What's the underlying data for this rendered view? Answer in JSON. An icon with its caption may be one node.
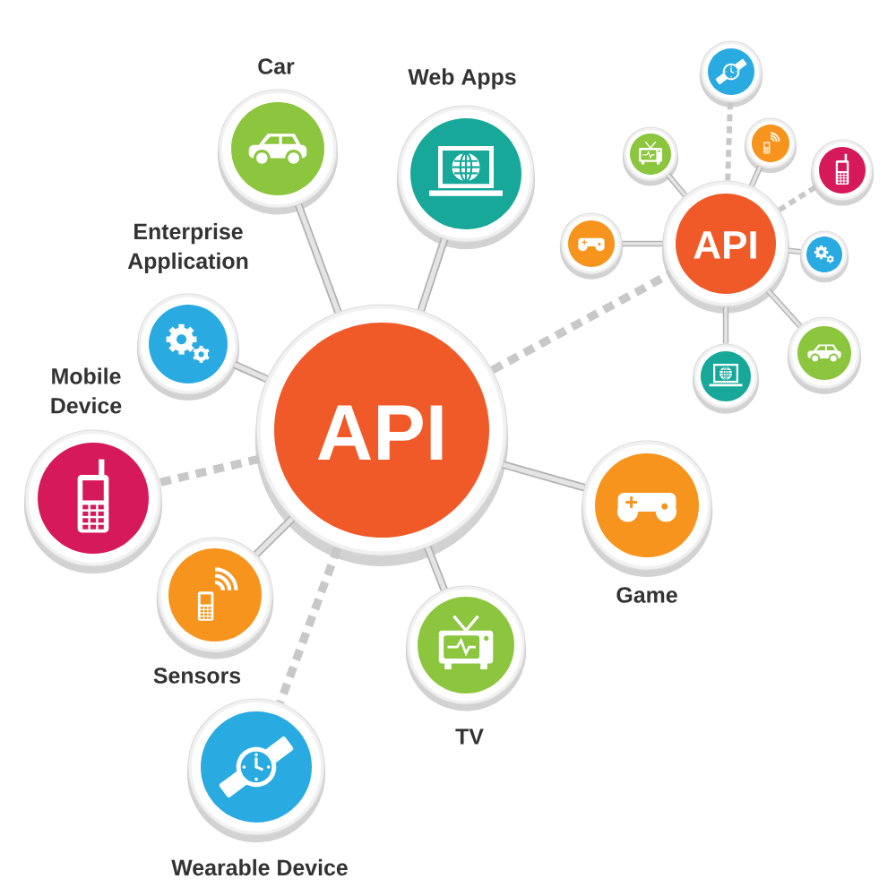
{
  "diagram": {
    "nodes": [
      {
        "text": [
          "API"
        ]
      },
      {
        "text": [
          "Car"
        ]
      },
      {
        "text": [
          "Web Apps"
        ]
      },
      {
        "text": [
          "Enterprise Application"
        ]
      },
      {
        "text": [
          "Mobile Device"
        ]
      },
      {
        "text": [
          "Sensors"
        ]
      },
      {
        "text": [
          "Wearable Device"
        ]
      },
      {
        "text": [
          "TV"
        ]
      },
      {
        "text": [
          "Game"
        ]
      },
      {
        "text": [
          "API"
        ]
      },
      {
        "text": [],
        "shape": "circle"
      },
      {
        "text": [],
        "shape": "circle"
      },
      {
        "text": [],
        "shape": "circle"
      },
      {
        "text": [],
        "shape": "circle"
      },
      {
        "text": [],
        "shape": "circle"
      },
      {
        "text": [],
        "shape": "circle"
      },
      {
        "text": [],
        "shape": "circle"
      },
      {
        "text": [],
        "shape": "circle"
      }
    ],
    "edges": [
      {
        "from": 0,
        "to": 1,
        "arrow": "none"
      },
      {
        "from": 0,
        "to": 2,
        "arrow": "none"
      },
      {
        "from": 0,
        "to": 3,
        "arrow": "none"
      },
      {
        "from": 0,
        "to": 4,
        "arrow": "none",
        "style": "dashed"
      },
      {
        "from": 0,
        "to": 5,
        "arrow": "none"
      },
      {
        "from": 0,
        "to": 6,
        "arrow": "none",
        "style": "dashed"
      },
      {
        "from": 0,
        "to": 7,
        "arrow": "none"
      },
      {
        "from": 0,
        "to": 8,
        "arrow": "none"
      },
      {
        "from": 0,
        "to": 9,
        "arrow": "none",
        "style": "dashed"
      },
      {
        "from": 9,
        "to": 10,
        "arrow": "none",
        "style": "dashed"
      },
      {
        "from": 9,
        "to": 11,
        "arrow": "none"
      },
      {
        "from": 9,
        "to": 12,
        "arrow": "none"
      },
      {
        "from": 9,
        "to": 13,
        "arrow": "none",
        "style": "dashed"
      },
      {
        "from": 9,
        "to": 14,
        "arrow": "none"
      },
      {
        "from": 9,
        "to": 15,
        "arrow": "none"
      },
      {
        "from": 9,
        "to": 16,
        "arrow": "none"
      },
      {
        "from": 9,
        "to": 17,
        "arrow": "none"
      }
    ]
  }
}
